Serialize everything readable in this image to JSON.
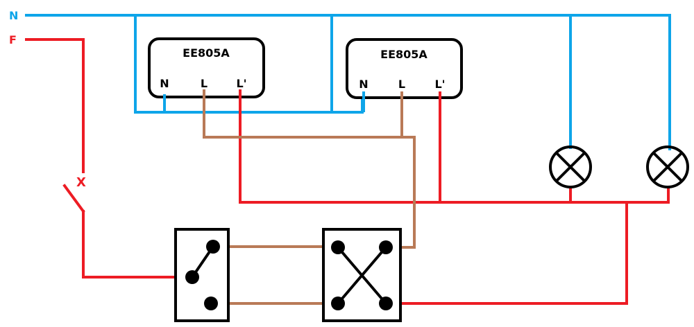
{
  "colors": {
    "neutral": "#0ea5e9",
    "phase": "#ed1c24",
    "traveler": "#b97a57",
    "symbol": "#000000"
  },
  "supply": {
    "neutral_label": "N",
    "phase_label": "F"
  },
  "modules": [
    {
      "name": "EE805A",
      "terminals": [
        "N",
        "L",
        "L'"
      ]
    },
    {
      "name": "EE805A",
      "terminals": [
        "N",
        "L",
        "L'"
      ]
    }
  ],
  "breaker": {
    "mark": "X"
  },
  "switches": [
    {
      "type": "two-way switch"
    },
    {
      "type": "intermediate switch"
    }
  ],
  "lamps": [
    {
      "type": "lamp"
    },
    {
      "type": "lamp"
    }
  ]
}
